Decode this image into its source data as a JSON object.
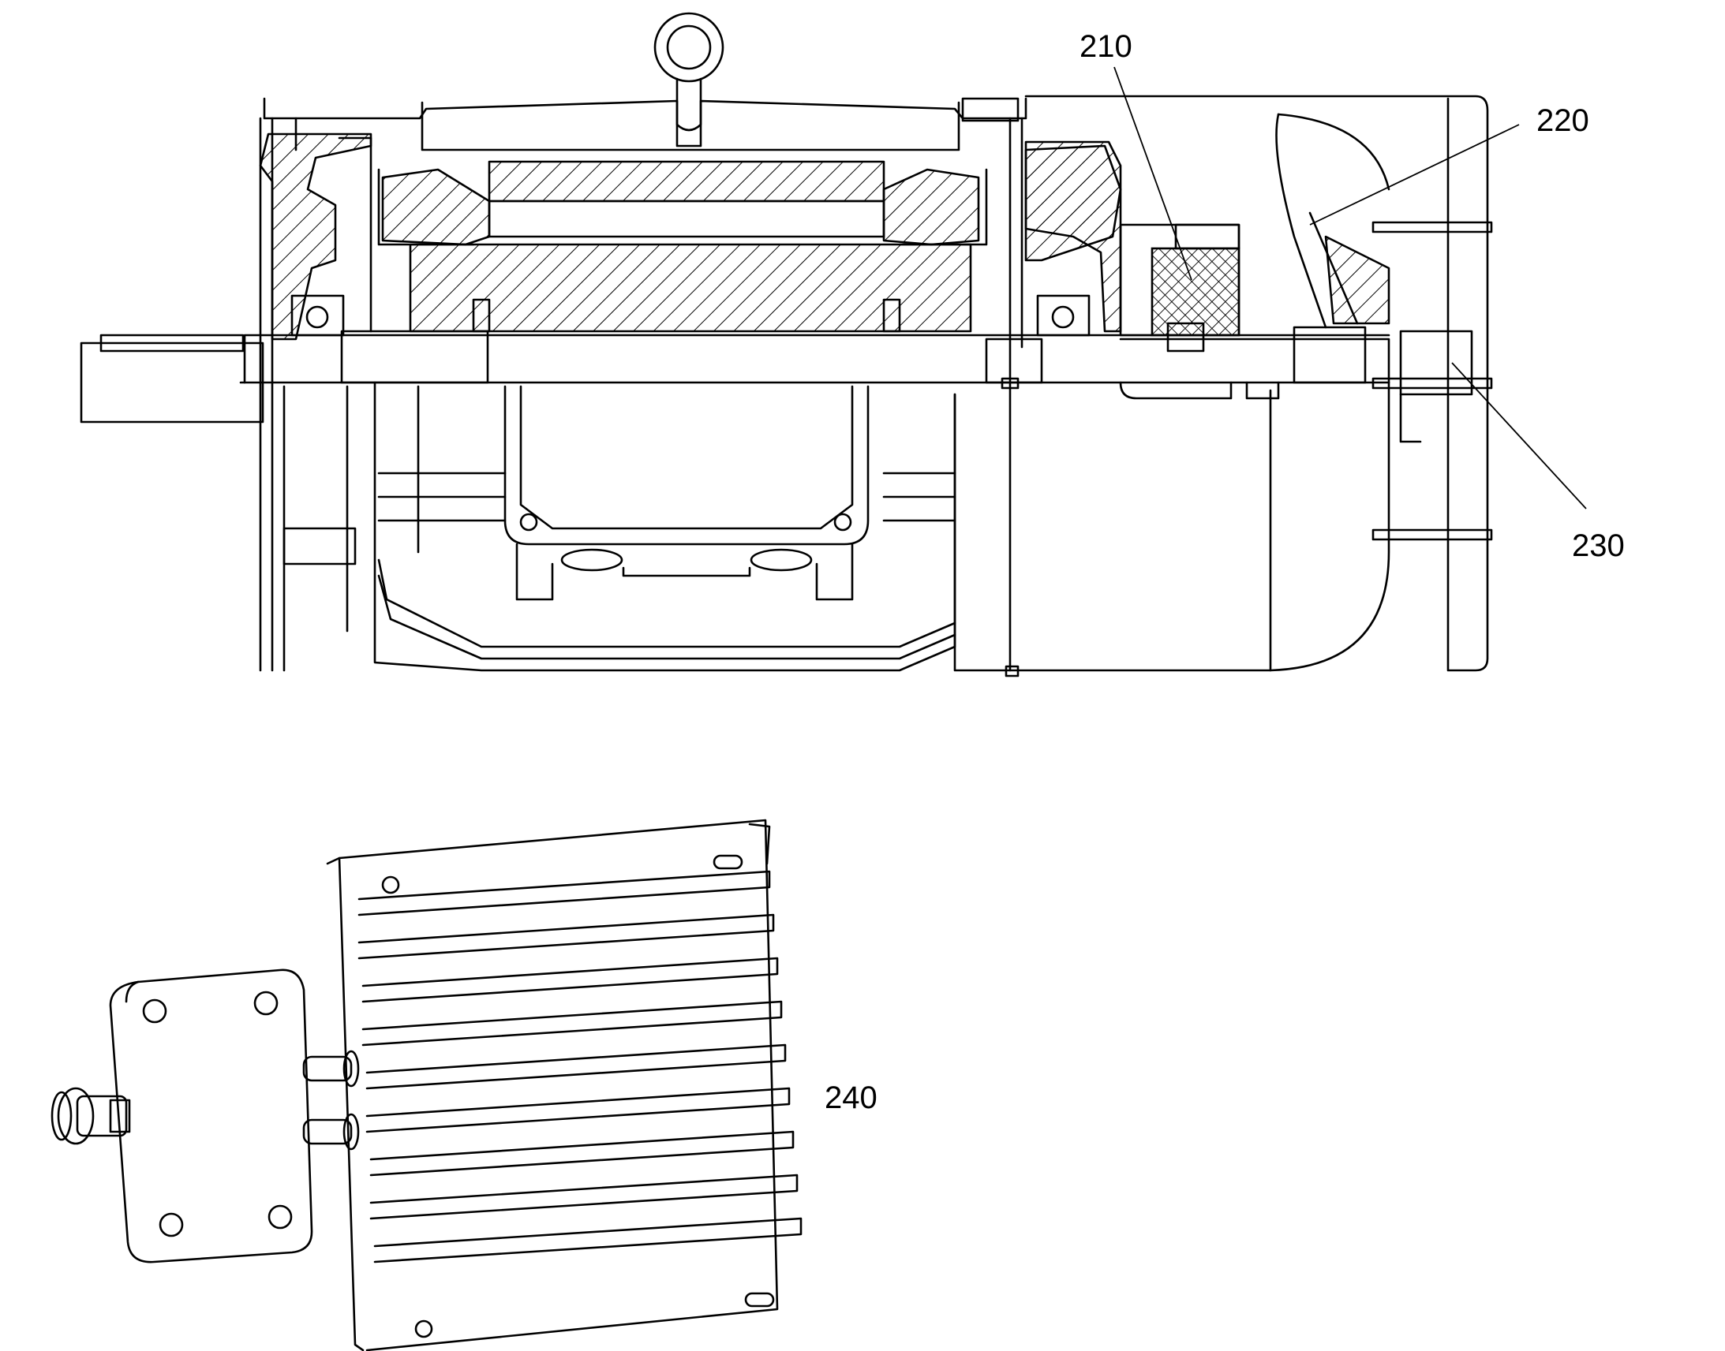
{
  "labels": {
    "ref_210": "210",
    "ref_220": "220",
    "ref_230": "230",
    "ref_240": "240"
  },
  "colors": {
    "line": "#000000",
    "background": "#ffffff"
  }
}
